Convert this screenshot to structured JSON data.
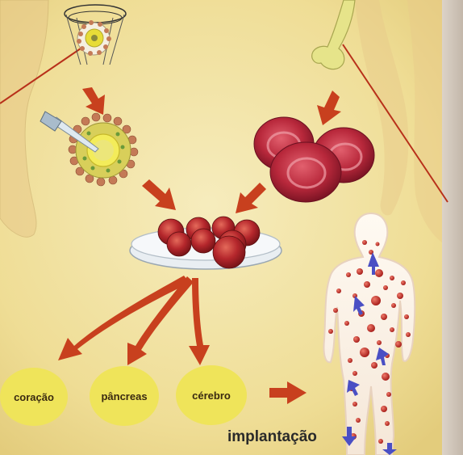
{
  "labels": {
    "organ_1": "coração",
    "organ_2": "pâncreas",
    "organ_3": "cérebro",
    "caption": "implantação"
  },
  "colors": {
    "background": "#f0df9a",
    "arrow": "#c8401e",
    "cell_red": "#b5272c",
    "label_yellow": "#efe45a",
    "flow_blue": "#4a4fc4"
  },
  "icons": [
    "embryo-in-basket-icon",
    "embryo-injection-icon",
    "bone-icon",
    "red-blood-cells-icon",
    "petri-dish-icon",
    "human-body-icon"
  ]
}
